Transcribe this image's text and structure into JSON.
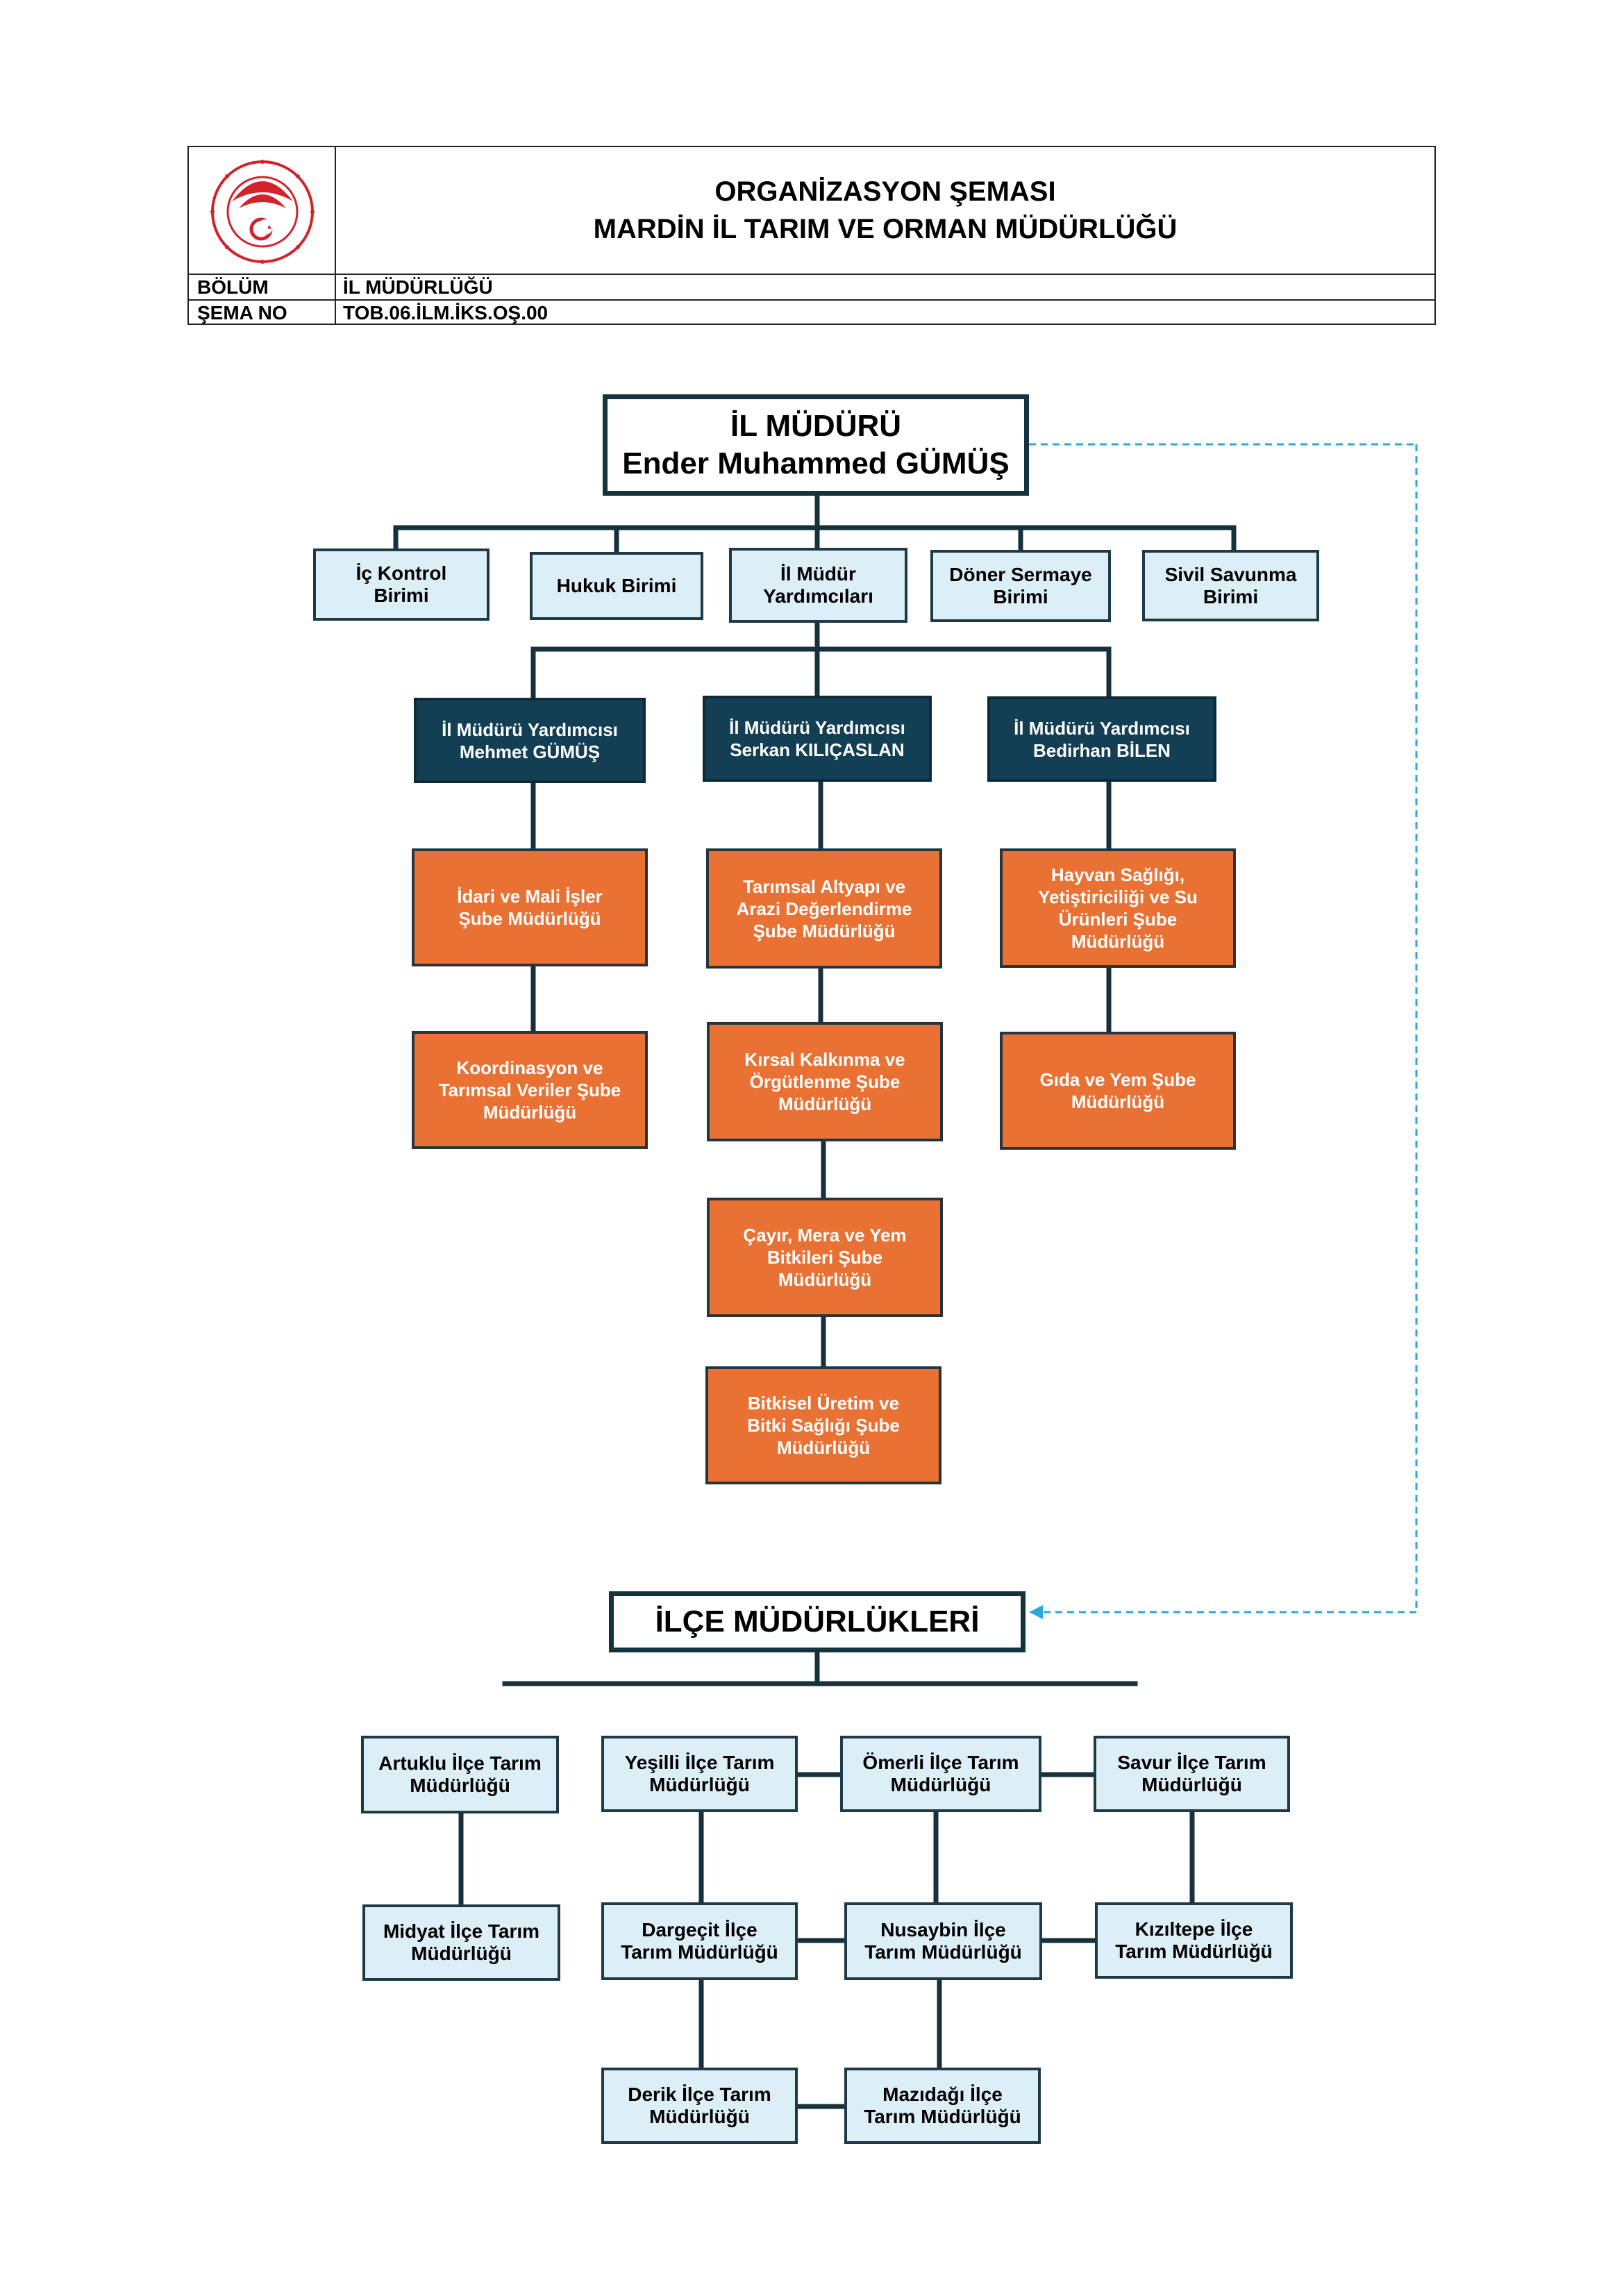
{
  "header": {
    "title_line1": "ORGANİZASYON ŞEMASI",
    "title_line2": "MARDİN İL TARIM VE ORMAN MÜDÜRLÜĞÜ",
    "bolum_label": "BÖLÜM",
    "bolum_value": "İL MÜDÜRLÜĞÜ",
    "sema_label": "ŞEMA NO",
    "sema_value": "TOB.06.İLM.İKS.OŞ.00",
    "logo_icon": "ministry-seal-icon",
    "logo_color": "#d2232a"
  },
  "director": {
    "title": "İL MÜDÜRÜ",
    "name": "Ender Muhammed GÜMÜŞ"
  },
  "units": [
    "İç Kontrol\nBirimi",
    "Hukuk Birimi",
    "İl Müdür\nYardımcıları",
    "Döner Sermaye\nBirimi",
    "Sivil Savunma\nBirimi"
  ],
  "deputies": [
    "İl Müdürü Yardımcısı\nMehmet GÜMÜŞ",
    "İl Müdürü Yardımcısı\nSerkan KILIÇASLAN",
    "İl Müdürü Yardımcısı\nBedirhan BİLEN"
  ],
  "branches": {
    "col1": [
      "İdari ve Mali İşler\nŞube Müdürlüğü",
      "Koordinasyon ve\nTarımsal Veriler Şube\nMüdürlüğü"
    ],
    "col2": [
      "Tarımsal Altyapı ve\nArazi Değerlendirme\nŞube Müdürlüğü",
      "Kırsal Kalkınma ve\nÖrgütlenme Şube\nMüdürlüğü",
      "Çayır, Mera ve Yem\nBitkileri Şube\nMüdürlüğü",
      "Bitkisel Üretim ve\nBitki Sağlığı Şube\nMüdürlüğü"
    ],
    "col3": [
      "Hayvan Sağlığı,\nYetiştiriciliği ve Su\nÜrünleri Şube\nMüdürlüğü",
      "Gıda ve Yem Şube\nMüdürlüğü"
    ]
  },
  "districts_title": "İLÇE MÜDÜRLÜKLERİ",
  "districts": [
    "Artuklu İlçe Tarım\nMüdürlüğü",
    "Yeşilli İlçe Tarım\nMüdürlüğü",
    "Ömerli İlçe Tarım\nMüdürlüğü",
    "Savur İlçe Tarım\nMüdürlüğü",
    "Midyat İlçe Tarım\nMüdürlüğü",
    "Dargeçit İlçe\nTarım Müdürlüğü",
    "Nusaybin İlçe\nTarım Müdürlüğü",
    "Kızıltepe İlçe\nTarım Müdürlüğü",
    "Derik İlçe Tarım\nMüdürlüğü",
    "Mazıdağı İlçe\nTarım Müdürlüğü"
  ],
  "colors": {
    "line": "#16313d",
    "dashed_link": "#2aa7e0",
    "light_box": "#dceef6",
    "dark_box": "#133f55",
    "orange_box": "#ea7134"
  }
}
